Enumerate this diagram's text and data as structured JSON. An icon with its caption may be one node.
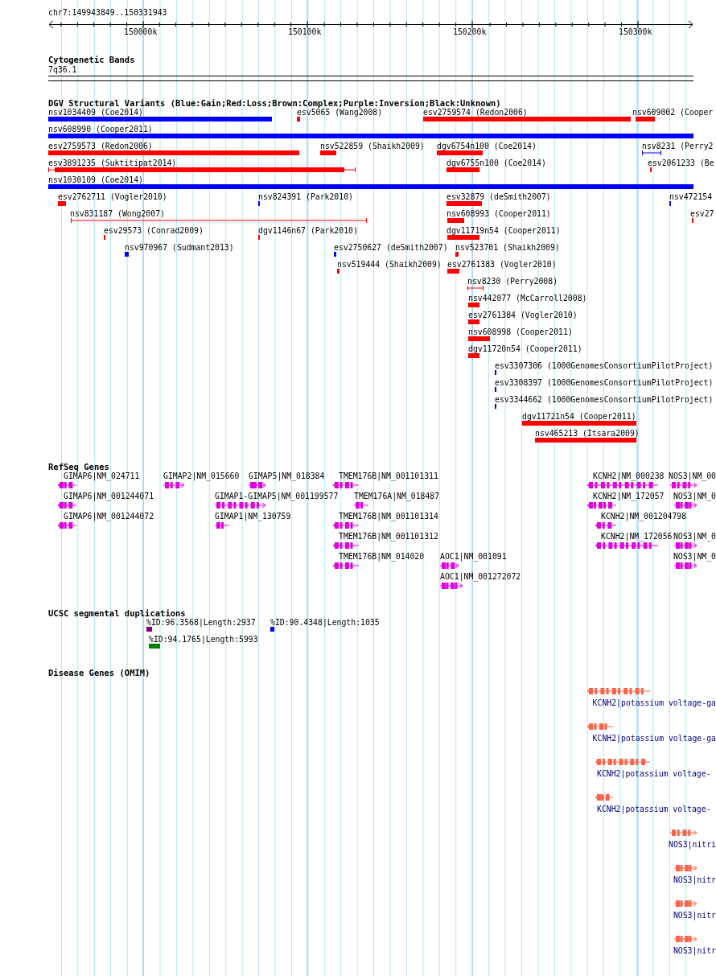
{
  "diagram": {
    "nodes": [
      {
        "text": [
          "Cytogenetic Bands"
        ]
      },
      {
        "text": [
          "7q36.1"
        ],
        "in": 0
      },
      {
        "text": [
          "DGV Structural Variants (Blue:Gain;Red:Loss;Brown:Complex;Purple:Inversion;Black:Unknown)"
        ]
      },
      {
        "text": [
          "nsv1034409 (Coe2014)"
        ],
        "in": 2
      },
      {
        "text": [
          "esv5065 (Wang2008)"
        ],
        "in": 2
      },
      {
        "text": [
          "esv2759574 (Redon2006)"
        ],
        "in": 2
      },
      {
        "text": [
          "nsv609002 (Cooper"
        ],
        "in": 2
      },
      {
        "text": [
          "nsv608990 (Cooper2011)"
        ],
        "in": 2
      },
      {
        "text": [
          "esv2759573 (Redon2006)"
        ],
        "in": 2
      },
      {
        "text": [
          "nsv522859 (Shaikh2009)"
        ],
        "in": 2
      },
      {
        "text": [
          "dgv6754n100 (Coe2014)"
        ],
        "in": 2
      },
      {
        "text": [
          "nsv8231 (Perry2"
        ],
        "in": 2
      },
      {
        "text": [
          "esv3891235 (Suktitipat2014)"
        ],
        "in": 2
      },
      {
        "text": [
          "dgv6755n100 (Coe2014)"
        ],
        "in": 2
      },
      {
        "text": [
          "esv2061233 (Be"
        ],
        "in": 2
      },
      {
        "text": [
          "nsv1030109 (Coe2014)"
        ],
        "in": 2
      },
      {
        "text": [
          "esv2762711 (Vogler2010)"
        ],
        "in": 2
      },
      {
        "text": [
          "nsv824391 (Park2010)"
        ],
        "in": 2
      },
      {
        "text": [
          "esv32879 (deSmith2007)"
        ],
        "in": 2
      },
      {
        "text": [
          "nsv472154"
        ],
        "in": 2
      },
      {
        "text": [
          "nsv831187 (Wong2007)"
        ],
        "in": 2
      },
      {
        "text": [
          "nsv608993 (Cooper2011)"
        ],
        "in": 2
      },
      {
        "text": [
          "esv27"
        ],
        "in": 2
      },
      {
        "text": [
          "esv29573 (Conrad2009)"
        ],
        "in": 2
      },
      {
        "text": [
          "dgv1146n67 (Park2010)"
        ],
        "in": 2
      },
      {
        "text": [
          "dgv11719n54 (Cooper2011)"
        ],
        "in": 2
      },
      {
        "text": [
          "nsv970967 (Sudmant2013)"
        ],
        "in": 2
      },
      {
        "text": [
          "esv2750627 (deSmith2007)"
        ],
        "in": 2
      },
      {
        "text": [
          "nsv523701 (Shaikh2009)"
        ],
        "in": 2
      },
      {
        "text": [
          "nsv519444 (Shaikh2009)"
        ],
        "in": 2
      },
      {
        "text": [
          "esv2761383 (Vogler2010)"
        ],
        "in": 2
      },
      {
        "text": [
          "nsv8230 (Perry2008)"
        ],
        "in": 2
      },
      {
        "text": [
          "nsv442077 (McCarroll2008)"
        ],
        "in": 2
      },
      {
        "text": [
          "esv2761384 (Vogler2010)"
        ],
        "in": 2
      },
      {
        "text": [
          "nsv608998 (Cooper2011)"
        ],
        "in": 2
      },
      {
        "text": [
          "dgv11720n54 (Cooper2011)"
        ],
        "in": 2
      },
      {
        "text": [
          "esv3307306 (1000GenomesConsortiumPilotProject)"
        ],
        "in": 2
      },
      {
        "text": [
          "esv3308397 (1000GenomesConsortiumPilotProject)"
        ],
        "in": 2
      },
      {
        "text": [
          "esv3344662 (1000GenomesConsortiumPilotProject)"
        ],
        "in": 2
      },
      {
        "text": [
          "dgv11721n54 (Cooper2011)"
        ],
        "in": 2
      },
      {
        "text": [
          "nsv465213 (Itsara2009)"
        ],
        "in": 2
      },
      {
        "text": [
          "RefSeq Genes"
        ]
      },
      {
        "text": [
          "GIMAP6|NM_024711"
        ],
        "in": 41
      },
      {
        "text": [
          "GIMAP2|NM_015660"
        ],
        "in": 41
      },
      {
        "text": [
          "GIMAP5|NM_018384"
        ],
        "in": 41
      },
      {
        "text": [
          "TMEM176B|NM_001101311"
        ],
        "in": 41
      },
      {
        "text": [
          "KCNH2|NM_000238"
        ],
        "in": 41
      },
      {
        "text": [
          "NOS3|NM_00"
        ],
        "in": 41
      },
      {
        "text": [
          "GIMAP6|NM_001244071"
        ],
        "in": 41
      },
      {
        "text": [
          "GIMAP1-GIMAP5|NM_001199577"
        ],
        "in": 41
      },
      {
        "text": [
          "TMEM176A|NM_018487"
        ],
        "in": 41
      },
      {
        "text": [
          "KCNH2|NM_172057"
        ],
        "in": 41
      },
      {
        "text": [
          "NOS3|NM_0"
        ],
        "in": 41
      },
      {
        "text": [
          "GIMAP6|NM_001244072"
        ],
        "in": 41
      },
      {
        "text": [
          "GIMAP1|NM_130759"
        ],
        "in": 41
      },
      {
        "text": [
          "TMEM176B|NM_001101314"
        ],
        "in": 41
      },
      {
        "text": [
          "KCNH2|NM_001204798"
        ],
        "in": 41
      },
      {
        "text": [
          "TMEM176B|NM_001101312"
        ],
        "in": 41
      },
      {
        "text": [
          "KCNH2|NM_172056"
        ],
        "in": 41
      },
      {
        "text": [
          "NOS3|NM_0"
        ],
        "in": 41
      },
      {
        "text": [
          "TMEM176B|NM_014020"
        ],
        "in": 41
      },
      {
        "text": [
          "AOC1|NM_001091"
        ],
        "in": 41
      },
      {
        "text": [
          "NOS3|NM_0"
        ],
        "in": 41
      },
      {
        "text": [
          "AOC1|NM_001272072"
        ],
        "in": 41
      },
      {
        "text": [
          "UCSC segmental duplications"
        ]
      },
      {
        "text": [
          "%ID:96.3568|Length:2937"
        ],
        "in": 64
      },
      {
        "text": [
          "%ID:90.4348|Length:1035"
        ],
        "in": 64
      },
      {
        "text": [
          "%ID:94.1765|Length:5993"
        ],
        "in": 64
      },
      {
        "text": [
          "Disease Genes (OMIM)"
        ]
      },
      {
        "text": [
          "KCNH2|potassium voltage-ga"
        ],
        "in": 68
      },
      {
        "text": [
          "KCNH2|potassium voltage-ga"
        ],
        "in": 68
      },
      {
        "text": [
          "KCNH2|potassium voltage-"
        ],
        "in": 68
      },
      {
        "text": [
          "KCNH2|potassium voltage-"
        ],
        "in": 68
      },
      {
        "text": [
          "NOS3|nitri"
        ],
        "in": 68
      },
      {
        "text": [
          "NOS3|nitr"
        ],
        "in": 68
      },
      {
        "text": [
          "NOS3|nitr"
        ],
        "in": 68
      },
      {
        "text": [
          "NOS3|nitr"
        ],
        "in": 68
      }
    ],
    "labels": [
      "chr7:149943849..150331943",
      "150000k",
      "150100k",
      "150200k",
      "150300k"
    ]
  }
}
